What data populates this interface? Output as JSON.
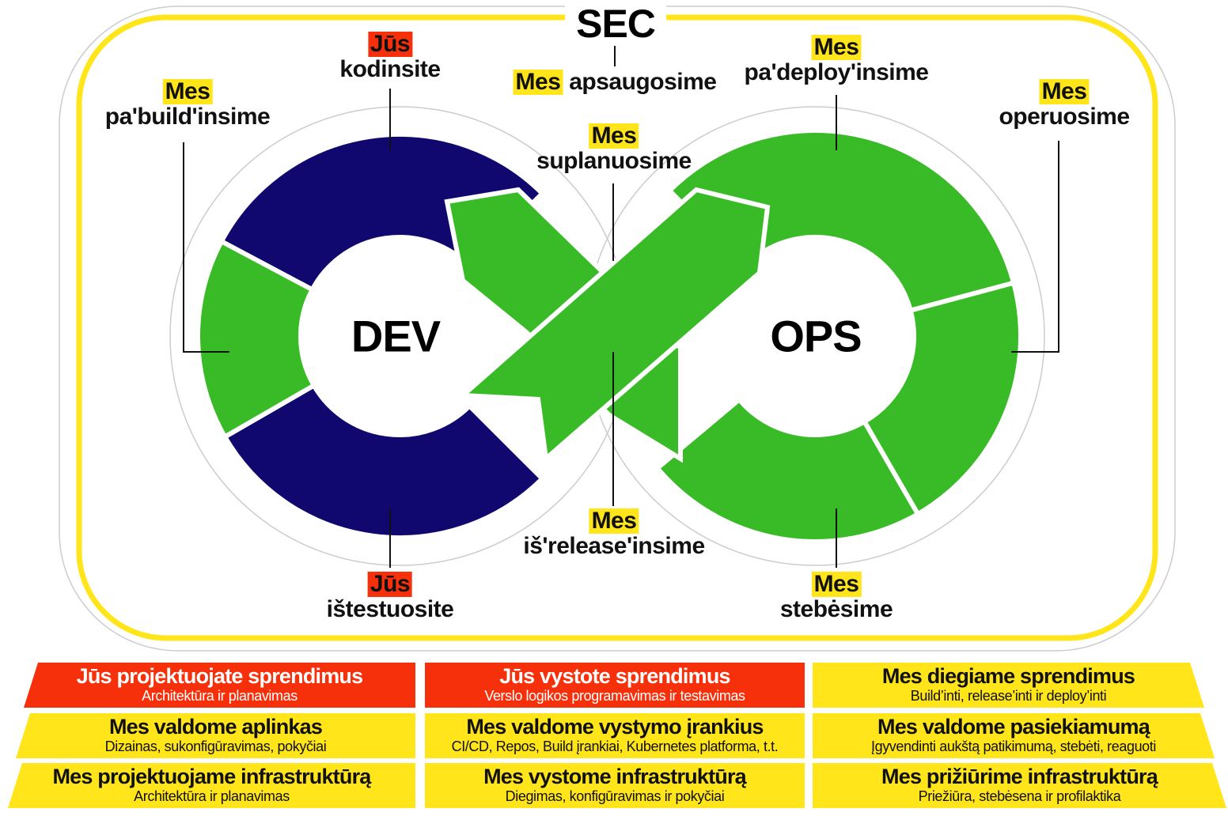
{
  "sec": "SEC",
  "dev": "DEV",
  "ops": "OPS",
  "labels": [
    {
      "tag": "Mes",
      "text": "pa'build'insime",
      "who": "mes"
    },
    {
      "tag": "Jūs",
      "text": "kodinsite",
      "who": "jus"
    },
    {
      "tag": "Mes",
      "text": "apsaugosime",
      "who": "mes"
    },
    {
      "tag": "Mes",
      "text": "pa'deploy'insime",
      "who": "mes"
    },
    {
      "tag": "Mes",
      "text": "operuosime",
      "who": "mes"
    },
    {
      "tag": "Mes",
      "text": "suplanuosime",
      "who": "mes"
    },
    {
      "tag": "Jūs",
      "text": "ištestuosite",
      "who": "jus"
    },
    {
      "tag": "Mes",
      "text": "iš'release'insime",
      "who": "mes"
    },
    {
      "tag": "Mes",
      "text": "stebėsime",
      "who": "mes"
    }
  ],
  "table": [
    [
      {
        "title": "Jūs projektuojate sprendimus",
        "sub": "Architektūra ir planavimas",
        "color": "red"
      },
      {
        "title": "Jūs vystote sprendimus",
        "sub": "Verslo logikos programavimas ir testavimas",
        "color": "red"
      },
      {
        "title": "Mes diegiame sprendimus",
        "sub": "Build’inti, release’inti ir deploy’inti",
        "color": "yellow"
      }
    ],
    [
      {
        "title": "Mes valdome aplinkas",
        "sub": "Dizainas, sukonfigūravimas, pokyčiai",
        "color": "yellow"
      },
      {
        "title": "Mes valdome vystymo įrankius",
        "sub": "CI/CD, Repos, Build įrankiai, Kubernetes platforma, t.t.",
        "color": "yellow"
      },
      {
        "title": "Mes valdome pasiekiamumą",
        "sub": "Įgyvendinti aukštą patikimumą, stebėti, reaguoti",
        "color": "yellow"
      }
    ],
    [
      {
        "title": "Mes projektuojame infrastruktūrą",
        "sub": "Architektūra ir planavimas",
        "color": "yellow"
      },
      {
        "title": "Mes vystome infrastruktūrą",
        "sub": "Diegimas, konfigūravimas ir pokyčiai",
        "color": "yellow"
      },
      {
        "title": "Mes prižiūrime infrastruktūrą",
        "sub": "Priežiūra, stebėsena ir profilaktika",
        "color": "yellow"
      }
    ]
  ],
  "colors": {
    "green": "#38bb26",
    "navy": "#10086e",
    "yellow": "#ffe51a",
    "red": "#f5300a"
  }
}
